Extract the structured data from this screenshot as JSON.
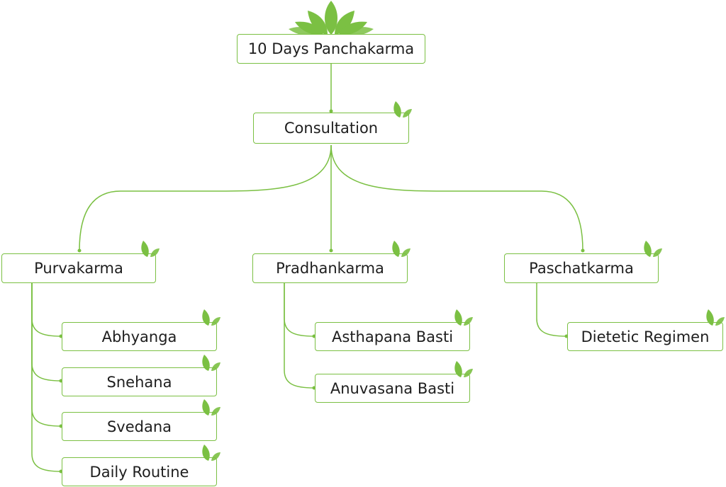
{
  "diagram": {
    "root": {
      "label": "10 Days Panchakarma",
      "icon": "lotus-leaves-icon"
    },
    "consultation": {
      "label": "Consultation"
    },
    "stages": [
      {
        "label": "Purvakarma",
        "steps": [
          "Abhyanga",
          "Snehana",
          "Svedana",
          "Daily Routine"
        ]
      },
      {
        "label": "Pradhankarma",
        "steps": [
          "Asthapana Basti",
          "Anuvasana Basti"
        ]
      },
      {
        "label": "Paschatkarma",
        "steps": [
          "Dietetic Regimen"
        ]
      }
    ],
    "node_icon": "leaf-sprout-icon",
    "colors": {
      "accent": "#7bc043",
      "text": "#1e1e1e",
      "border": "#7bc043"
    }
  }
}
